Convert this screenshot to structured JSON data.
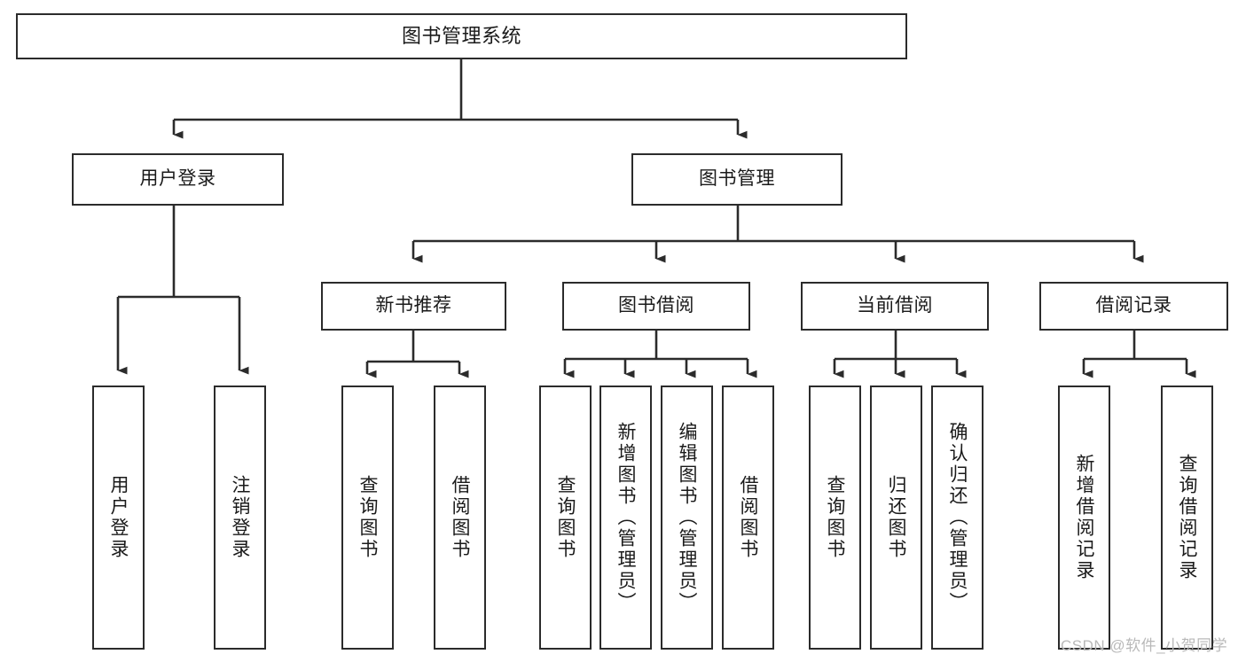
{
  "diagram": {
    "title": "图书管理系统",
    "type": "tree-hierarchy-chart",
    "colors": {
      "box_border": "#2b2b2b",
      "box_fill": "#ffffff",
      "connector": "#2b2b2b",
      "text": "#1a1a1a",
      "watermark": "#b9b9b9",
      "background": "#ffffff"
    },
    "root": {
      "label": "图书管理系统"
    },
    "level2": [
      {
        "label": "用户登录"
      },
      {
        "label": "图书管理"
      }
    ],
    "level3": [
      {
        "label": "新书推荐"
      },
      {
        "label": "图书借阅"
      },
      {
        "label": "当前借阅"
      },
      {
        "label": "借阅记录"
      }
    ],
    "leaves": {
      "user_login": [
        {
          "label": "用户登录"
        },
        {
          "label": "注销登录"
        }
      ],
      "new_book_recommend": [
        {
          "label": "查询图书"
        },
        {
          "label": "借阅图书"
        }
      ],
      "book_borrow": [
        {
          "label": "查询图书"
        },
        {
          "label": "新增图书（管理员）"
        },
        {
          "label": "编辑图书（管理员）"
        },
        {
          "label": "借阅图书"
        }
      ],
      "current_borrow": [
        {
          "label": "查询图书"
        },
        {
          "label": "归还图书"
        },
        {
          "label": "确认归还（管理员）"
        }
      ],
      "borrow_record": [
        {
          "label": "新增借阅记录"
        },
        {
          "label": "查询借阅记录"
        }
      ]
    }
  },
  "watermark": {
    "text": "CSDN @软件_小贺同学"
  }
}
